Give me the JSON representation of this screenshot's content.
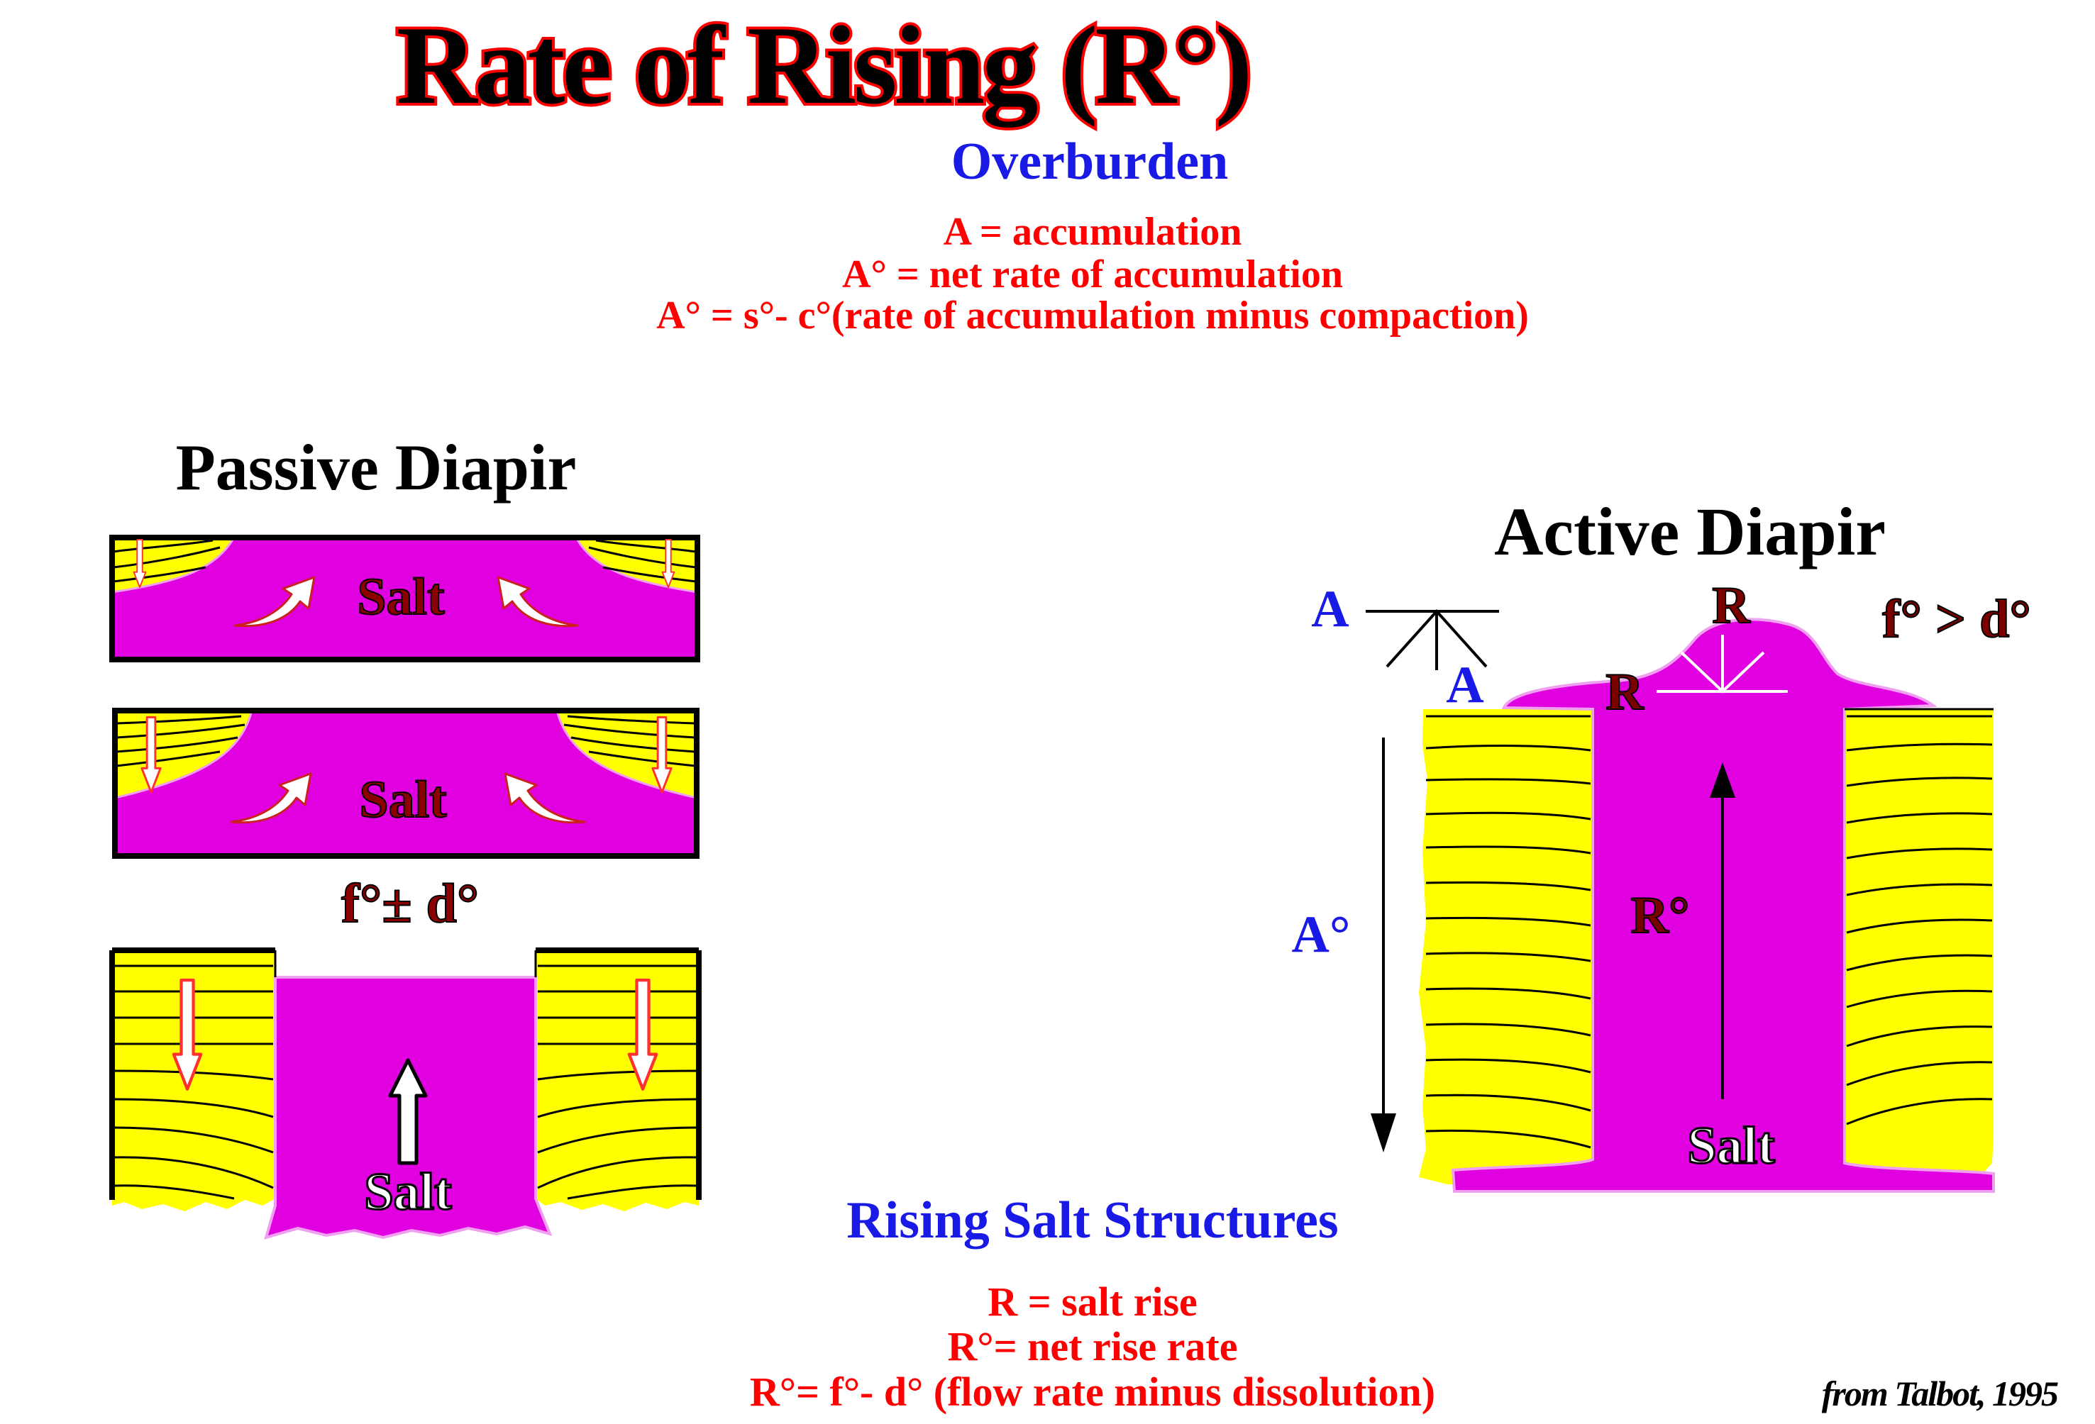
{
  "title": "Rate of Rising (R°)",
  "overburden": {
    "heading": "Overburden",
    "lines": [
      "A = accumulation",
      "A° = net rate of accumulation",
      "A° = s°- c°(rate of accumulation minus compaction)"
    ]
  },
  "passive": {
    "heading": "Passive Diapir",
    "salt_label": "Salt",
    "rate_label": "f°± d°"
  },
  "active": {
    "heading": "Active Diapir",
    "a_top": "A",
    "a_mid": "A",
    "r_top": "R",
    "r_mid": "R",
    "f_gt_d": "f° > d°",
    "a_rate": "A°",
    "r_rate": "R°",
    "salt_label": "Salt"
  },
  "rising": {
    "heading": "Rising Salt Structures",
    "lines": [
      "R = salt rise",
      "R°= net rise rate",
      "R°= f°- d° (flow rate minus dissolution)"
    ]
  },
  "credit": "from Talbot, 1995",
  "colors": {
    "salt": "#e000e0",
    "sediment": "#ffff00",
    "red_text": "#ff0000",
    "blue_text": "#1a1ae6",
    "dark_red": "#7a0000",
    "arrow_outline": "#ff3030"
  }
}
